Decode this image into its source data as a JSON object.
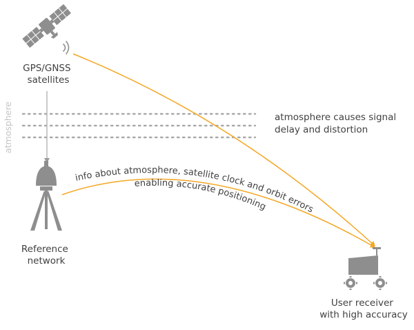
{
  "labels": {
    "satellites_line1": "GPS/GNSS",
    "satellites_line2": "satellites",
    "atmosphere_vertical": "atmosphere",
    "atmosphere_note_line1": "atmosphere causes signal",
    "atmosphere_note_line2": "delay and distortion",
    "correction_line1": "info about atmosphere, satellite clock and orbit errors",
    "correction_line2": "enabling accurate positioning",
    "reference_line1": "Reference",
    "reference_line2": "network",
    "receiver_line1": "User receiver",
    "receiver_line2": "with high accuracy"
  },
  "icons": {
    "satellite": "satellite-icon",
    "reference_station": "reference-station-icon",
    "rover": "rover-icon"
  },
  "colors": {
    "signal": "#f5a623",
    "icon": "#8e8e8e",
    "dots": "#a9a9a9",
    "text": "#3f3f3f",
    "faint_text": "#c4c4c4"
  }
}
